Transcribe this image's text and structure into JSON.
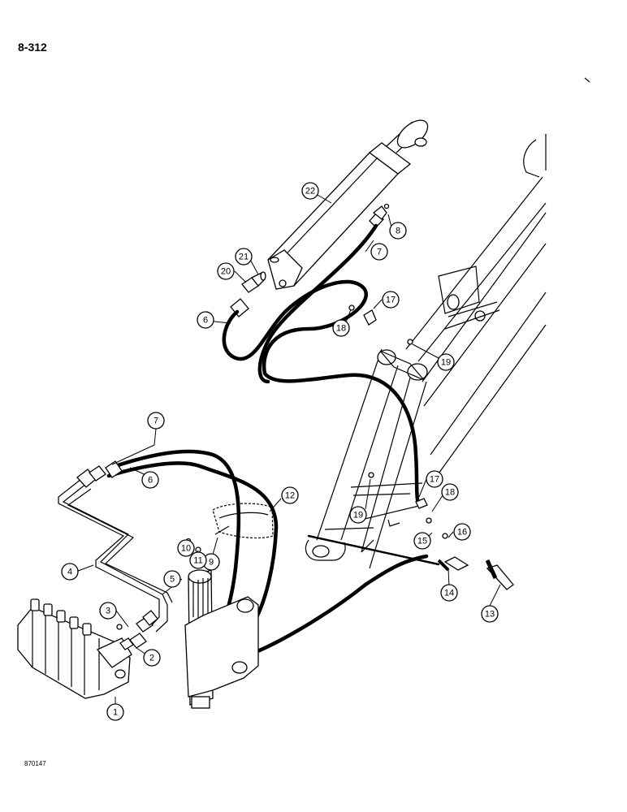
{
  "page_number": "8-312",
  "figure_code": "870147",
  "callouts": [
    {
      "num": "1"
    },
    {
      "num": "2"
    },
    {
      "num": "3"
    },
    {
      "num": "4"
    },
    {
      "num": "5"
    },
    {
      "num": "6"
    },
    {
      "num": "6"
    },
    {
      "num": "7"
    },
    {
      "num": "7"
    },
    {
      "num": "8"
    },
    {
      "num": "9"
    },
    {
      "num": "10"
    },
    {
      "num": "11"
    },
    {
      "num": "12"
    },
    {
      "num": "13"
    },
    {
      "num": "14"
    },
    {
      "num": "15"
    },
    {
      "num": "16"
    },
    {
      "num": "17"
    },
    {
      "num": "17"
    },
    {
      "num": "18"
    },
    {
      "num": "18"
    },
    {
      "num": "19"
    },
    {
      "num": "19"
    },
    {
      "num": "20"
    },
    {
      "num": "21"
    },
    {
      "num": "22"
    }
  ]
}
